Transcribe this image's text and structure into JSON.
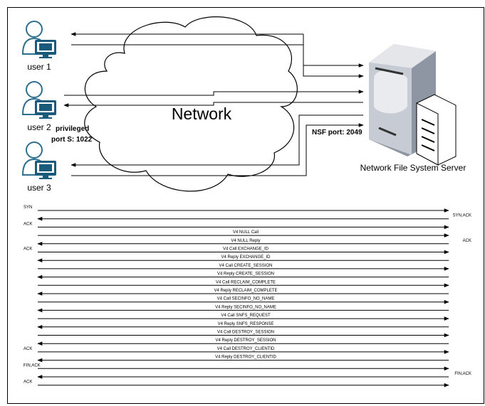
{
  "network": {
    "cloud_label": "Network",
    "users": [
      {
        "label": "user 1"
      },
      {
        "label": "user 2"
      },
      {
        "label": "user 3"
      }
    ],
    "privileged_port_line1": "privileged",
    "privileged_port_line2": "port S:  1022",
    "server_port_label": "NSF port:  2049",
    "server_label": "Network File System Server"
  },
  "sequence": [
    {
      "center": "",
      "left": "SYN",
      "right": "",
      "dir": "right"
    },
    {
      "center": "",
      "left": "",
      "right": "SYN,ACK",
      "dir": "left"
    },
    {
      "center": "",
      "left": "ACK",
      "right": "",
      "dir": "right"
    },
    {
      "center": "V4 NULL Call",
      "left": "",
      "right": "",
      "dir": "right"
    },
    {
      "center": "V4 NULL Reply",
      "left": "",
      "right": "ACK",
      "dir": "left"
    },
    {
      "center": "V4 Call EXCHANGE_ID",
      "left": "ACK",
      "right": "",
      "dir": "right"
    },
    {
      "center": "V4 Reply EXCHANGE_ID",
      "left": "",
      "right": "",
      "dir": "left"
    },
    {
      "center": "V4 Call  CREATE_SESSION",
      "left": "",
      "right": "",
      "dir": "right"
    },
    {
      "center": "V4 Reply  CREATE_SESSION",
      "left": "",
      "right": "",
      "dir": "left"
    },
    {
      "center": "V4 Call  RECLAIM_COMPLETE",
      "left": "",
      "right": "",
      "dir": "right"
    },
    {
      "center": "V4 Reply RECLAIM_COMPLETE",
      "left": "",
      "right": "",
      "dir": "left"
    },
    {
      "center": "V4 Call  SECINFO_NO_NAME",
      "left": "",
      "right": "",
      "dir": "right"
    },
    {
      "center": "V4 Reply SECINFO_NO_NAME",
      "left": "",
      "right": "",
      "dir": "left"
    },
    {
      "center": "V4 Call  SNFS_REQUEST",
      "left": "",
      "right": "",
      "dir": "right"
    },
    {
      "center": "V4 Reply SNFS_RESPONSE",
      "left": "",
      "right": "",
      "dir": "left"
    },
    {
      "center": "V4 Call  DESTROY_SESSION",
      "left": "",
      "right": "",
      "dir": "right"
    },
    {
      "center": "V4 Reply DESTROY_SESSION",
      "left": "",
      "right": "",
      "dir": "left"
    },
    {
      "center": "V4 Call  DESTROY_CLIENTID",
      "left": "ACK",
      "right": "",
      "dir": "right"
    },
    {
      "center": "V4 Reply DESTROY_CLIENTID",
      "left": "",
      "right": "",
      "dir": "left"
    },
    {
      "center": "",
      "left": "FIN,ACK",
      "right": "",
      "dir": "right"
    },
    {
      "center": "",
      "left": "",
      "right": "FIN,ACK",
      "dir": "left"
    },
    {
      "center": "",
      "left": "ACK",
      "right": "",
      "dir": "right"
    }
  ],
  "colors": {
    "user_icon": "#2e6f8e",
    "user_icon_fill": "#ffffff",
    "monitor": "#1a5a7a",
    "server_body": "#d6d9df",
    "server_side": "#8e95a3"
  }
}
